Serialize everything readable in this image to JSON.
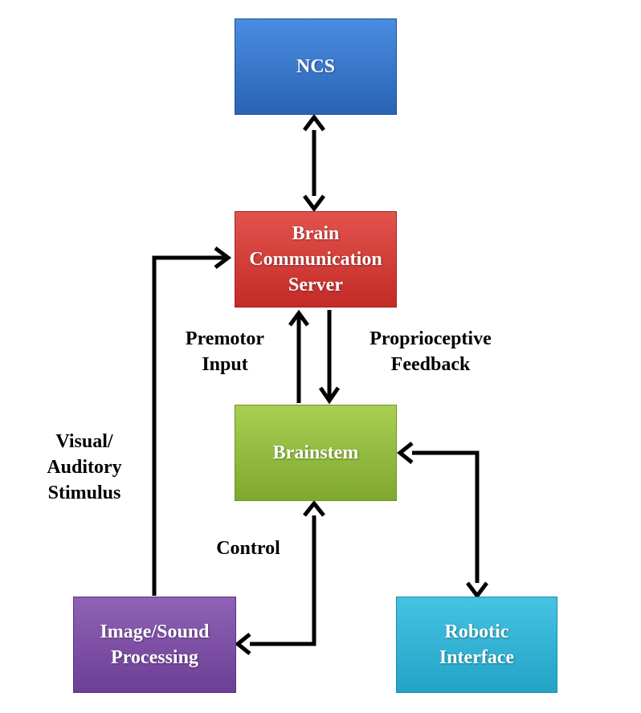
{
  "nodes": {
    "ncs": {
      "label": "NCS"
    },
    "brain_server": {
      "lines": [
        "Brain",
        "Communication",
        "Server"
      ]
    },
    "brainstem": {
      "label": "Brainstem"
    },
    "image_sound": {
      "lines": [
        "Image/Sound",
        "Processing"
      ]
    },
    "robotic": {
      "lines": [
        "Robotic",
        "Interface"
      ]
    }
  },
  "edge_labels": {
    "premotor": [
      "Premotor",
      "Input"
    ],
    "proprioceptive": [
      "Proprioceptive",
      "Feedback"
    ],
    "visual": [
      "Visual/",
      "Auditory",
      "Stimulus"
    ],
    "control": "Control"
  },
  "colors": {
    "ncs": "#3a78cc",
    "brain_server": "#d63c37",
    "brainstem": "#94bd40",
    "image_sound": "#7d4fa6",
    "robotic": "#33b3d6",
    "arrow": "#000000"
  }
}
